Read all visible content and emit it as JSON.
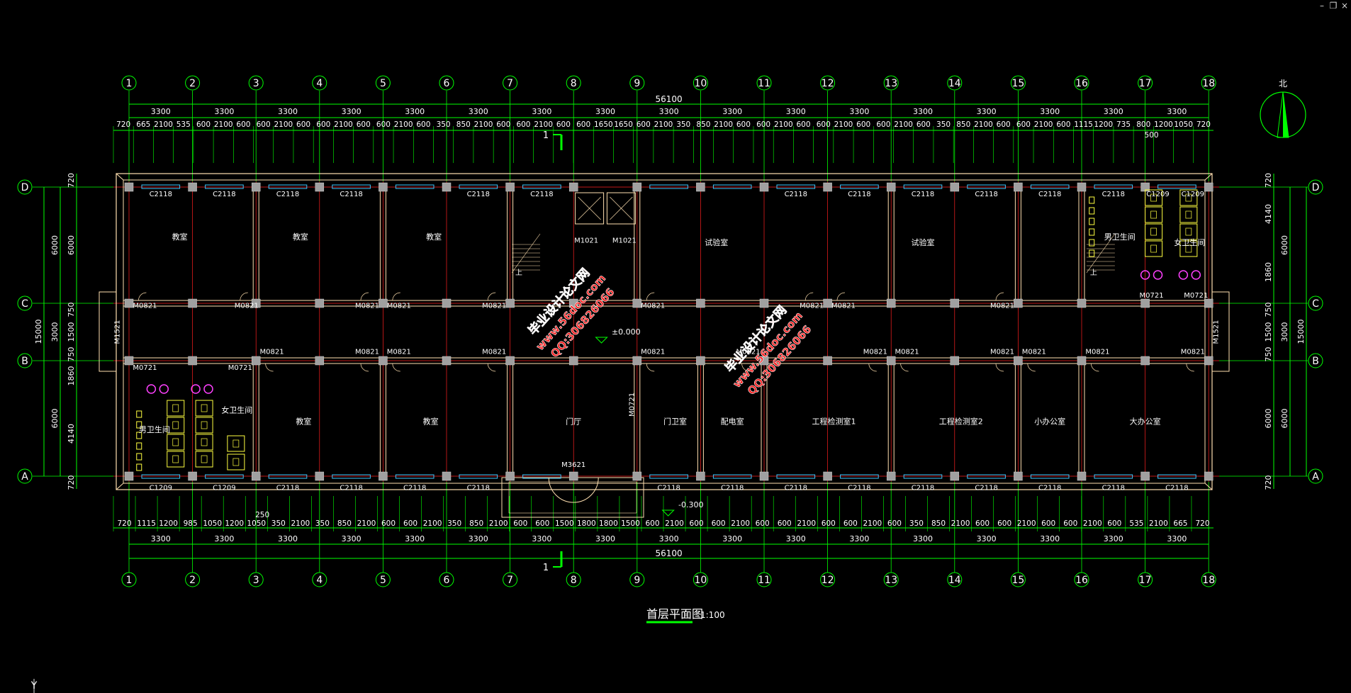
{
  "window": {
    "minimize": "–",
    "restore": "❐",
    "close": "×"
  },
  "colors": {
    "background": "#000000",
    "wall": "#ffe0b0",
    "dim": "#00ff00",
    "text": "#ffffff",
    "axis_line": "#ff2020",
    "window_glass": "#40c8ff",
    "fixture": "#ffff40",
    "sink": "#ff40ff",
    "watermark": "#ff2020",
    "column": "#a0a0a0"
  },
  "axes": {
    "columns": [
      "1",
      "2",
      "3",
      "4",
      "5",
      "6",
      "7",
      "8",
      "9",
      "10",
      "11",
      "12",
      "13",
      "14",
      "15",
      "16",
      "17",
      "18"
    ],
    "rows": [
      "D",
      "C",
      "B",
      "A"
    ]
  },
  "dimensions": {
    "overall": "56100",
    "bays": [
      "3300",
      "3300",
      "3300",
      "3300",
      "3300",
      "3300",
      "3300",
      "3300",
      "3300",
      "3300",
      "3300",
      "3300",
      "3300",
      "3300",
      "3300",
      "3300",
      "3300"
    ],
    "top_detail": [
      "720",
      "665",
      "2100",
      "535",
      "600",
      "2100",
      "600",
      "600",
      "2100",
      "600",
      "600",
      "2100",
      "600",
      "600",
      "2100",
      "600",
      "350",
      "850",
      "2100",
      "600",
      "600",
      "2100",
      "600",
      "600",
      "1650",
      "1650",
      "600",
      "2100",
      "350",
      "850",
      "2100",
      "600",
      "600",
      "2100",
      "600",
      "600",
      "2100",
      "600",
      "600",
      "2100",
      "600",
      "350",
      "850",
      "2100",
      "600",
      "600",
      "2100",
      "600",
      "1115",
      "1200",
      "735",
      "800",
      "1200",
      "1050",
      "720"
    ],
    "top_extra": "500",
    "bottom_detail": [
      "720",
      "1115",
      "1200",
      "985",
      "1050",
      "1200",
      "1050",
      "350",
      "2100",
      "350",
      "850",
      "2100",
      "600",
      "600",
      "2100",
      "350",
      "850",
      "2100",
      "600",
      "600",
      "1500",
      "1800",
      "1800",
      "1500",
      "600",
      "2100",
      "600",
      "600",
      "2100",
      "600",
      "600",
      "2100",
      "600",
      "600",
      "2100",
      "600",
      "350",
      "850",
      "2100",
      "600",
      "600",
      "2100",
      "600",
      "600",
      "2100",
      "600",
      "535",
      "2100",
      "665",
      "720"
    ],
    "bottom_extra": "250",
    "left_outer": "15000",
    "left_mid": [
      "6000",
      "3000",
      "6000"
    ],
    "left_inner": [
      "720",
      "6000",
      "750",
      "1500",
      "750",
      "1860",
      "4140",
      "720"
    ],
    "right_outer": "15000",
    "right_mid": [
      "6000",
      "3000",
      "6000"
    ],
    "right_inner": [
      "720",
      "4140",
      "1860",
      "750",
      "1500",
      "750",
      "6000",
      "720"
    ]
  },
  "rooms": [
    {
      "label": "教室",
      "c": 1.8,
      "r": 0.45
    },
    {
      "label": "教室",
      "c": 3.7,
      "r": 0.45
    },
    {
      "label": "教室",
      "c": 5.8,
      "r": 0.45
    },
    {
      "label": "试验室",
      "c": 10.25,
      "r": 0.5
    },
    {
      "label": "试验室",
      "c": 13.5,
      "r": 0.5
    },
    {
      "label": "男卫生间",
      "c": 16.6,
      "r": 0.45
    },
    {
      "label": "女卫生间",
      "c": 17.7,
      "r": 0.5
    },
    {
      "label": "男卫生间",
      "c": 1.4,
      "r": 2.62
    },
    {
      "label": "女卫生间",
      "c": 2.7,
      "r": 2.45
    },
    {
      "label": "教室",
      "c": 3.75,
      "r": 2.55
    },
    {
      "label": "教室",
      "c": 5.75,
      "r": 2.55
    },
    {
      "label": "门厅",
      "c": 8.0,
      "r": 2.55
    },
    {
      "label": "门卫室",
      "c": 9.6,
      "r": 2.55
    },
    {
      "label": "配电室",
      "c": 10.5,
      "r": 2.55
    },
    {
      "label": "工程检测室1",
      "c": 12.1,
      "r": 2.55
    },
    {
      "label": "工程检测室2",
      "c": 14.1,
      "r": 2.55
    },
    {
      "label": "小办公室",
      "c": 15.5,
      "r": 2.55
    },
    {
      "label": "大办公室",
      "c": 17.0,
      "r": 2.55
    }
  ],
  "window_tags": [
    {
      "t": "C2118",
      "c": 1.5,
      "r": 0.08
    },
    {
      "t": "C2118",
      "c": 2.5,
      "r": 0.08
    },
    {
      "t": "C2118",
      "c": 3.5,
      "r": 0.08
    },
    {
      "t": "C2118",
      "c": 4.5,
      "r": 0.08
    },
    {
      "t": "C2118",
      "c": 6.5,
      "r": 0.08
    },
    {
      "t": "C2118",
      "c": 7.5,
      "r": 0.08
    },
    {
      "t": "C2118",
      "c": 11.5,
      "r": 0.08
    },
    {
      "t": "C2118",
      "c": 12.5,
      "r": 0.08
    },
    {
      "t": "C2118",
      "c": 13.5,
      "r": 0.08
    },
    {
      "t": "C2118",
      "c": 14.5,
      "r": 0.08
    },
    {
      "t": "C2118",
      "c": 15.5,
      "r": 0.08
    },
    {
      "t": "C2118",
      "c": 16.5,
      "r": 0.08
    },
    {
      "t": "C1209",
      "c": 17.2,
      "r": 0.08
    },
    {
      "t": "C1209",
      "c": 17.75,
      "r": 0.08
    },
    {
      "t": "M1021",
      "c": 8.2,
      "r": 0.48
    },
    {
      "t": "M1021",
      "c": 8.8,
      "r": 0.48
    },
    {
      "t": "M0721",
      "c": 17.1,
      "r": 0.95
    },
    {
      "t": "M0721",
      "c": 17.8,
      "r": 0.95
    },
    {
      "t": "M0821",
      "c": 1.25,
      "r": 1.08
    },
    {
      "t": "M0821",
      "c": 2.85,
      "r": 1.08
    },
    {
      "t": "M0821",
      "c": 4.75,
      "r": 1.08
    },
    {
      "t": "M0821",
      "c": 5.25,
      "r": 1.08
    },
    {
      "t": "M0821",
      "c": 6.75,
      "r": 1.08
    },
    {
      "t": "M0821",
      "c": 9.25,
      "r": 1.08
    },
    {
      "t": "M0821",
      "c": 11.75,
      "r": 1.08
    },
    {
      "t": "M0821",
      "c": 12.25,
      "r": 1.08
    },
    {
      "t": "M0821",
      "c": 14.75,
      "r": 1.08
    },
    {
      "t": "M0821",
      "c": 3.25,
      "r": 1.88
    },
    {
      "t": "M0821",
      "c": 4.75,
      "r": 1.88
    },
    {
      "t": "M0821",
      "c": 5.25,
      "r": 1.88
    },
    {
      "t": "M0821",
      "c": 6.75,
      "r": 1.88
    },
    {
      "t": "M0821",
      "c": 9.25,
      "r": 1.88
    },
    {
      "t": "M0821",
      "c": 10.75,
      "r": 1.88
    },
    {
      "t": "M0821",
      "c": 12.75,
      "r": 1.88
    },
    {
      "t": "M0821",
      "c": 13.25,
      "r": 1.88
    },
    {
      "t": "M0821",
      "c": 14.75,
      "r": 1.88
    },
    {
      "t": "M0821",
      "c": 15.25,
      "r": 1.88
    },
    {
      "t": "M0821",
      "c": 16.25,
      "r": 1.88
    },
    {
      "t": "M0821",
      "c": 17.75,
      "r": 1.88
    },
    {
      "t": "M0721",
      "c": 1.25,
      "r": 2.08
    },
    {
      "t": "M0721",
      "c": 2.75,
      "r": 2.08
    },
    {
      "t": "M0721",
      "c": 8.95,
      "r": 2.38
    },
    {
      "t": "M1521",
      "c": 0.85,
      "r": 1.5
    },
    {
      "t": "M1521",
      "c": 18.15,
      "r": 1.5
    },
    {
      "t": "M3621",
      "c": 8.0,
      "r": 2.92
    },
    {
      "t": "C1209",
      "c": 1.5,
      "r": 3.12
    },
    {
      "t": "C1209",
      "c": 2.5,
      "r": 3.12
    },
    {
      "t": "C2118",
      "c": 3.5,
      "r": 3.12
    },
    {
      "t": "C2118",
      "c": 4.5,
      "r": 3.12
    },
    {
      "t": "C2118",
      "c": 5.5,
      "r": 3.12
    },
    {
      "t": "C2118",
      "c": 6.5,
      "r": 3.12
    },
    {
      "t": "C2118",
      "c": 9.5,
      "r": 3.12
    },
    {
      "t": "C2118",
      "c": 10.5,
      "r": 3.12
    },
    {
      "t": "C2118",
      "c": 11.5,
      "r": 3.12
    },
    {
      "t": "C2118",
      "c": 12.5,
      "r": 3.12
    },
    {
      "t": "C2118",
      "c": 13.5,
      "r": 3.12
    },
    {
      "t": "C2118",
      "c": 14.5,
      "r": 3.12
    },
    {
      "t": "C2118",
      "c": 15.5,
      "r": 3.12
    },
    {
      "t": "C2118",
      "c": 16.5,
      "r": 3.12
    },
    {
      "t": "C2118",
      "c": 17.5,
      "r": 3.12
    }
  ],
  "annotations": {
    "level_main": "±0.000",
    "level_outdoor": "-0.300",
    "stair_up": "上",
    "section_mark": "1",
    "north": "北",
    "ucs": "Y"
  },
  "watermarks": [
    {
      "lines": [
        "毕业设计论文网",
        "www.56doc.com",
        "QQ:306826066"
      ],
      "c": 8.0,
      "r": 1.2,
      "angle": -48
    },
    {
      "lines": [
        "毕业设计论文网",
        "www.56doc.com",
        "QQ:306826066"
      ],
      "c": 11.1,
      "r": 1.85,
      "angle": -48
    }
  ],
  "title": {
    "name": "首层平面图",
    "scale": "1:100"
  }
}
